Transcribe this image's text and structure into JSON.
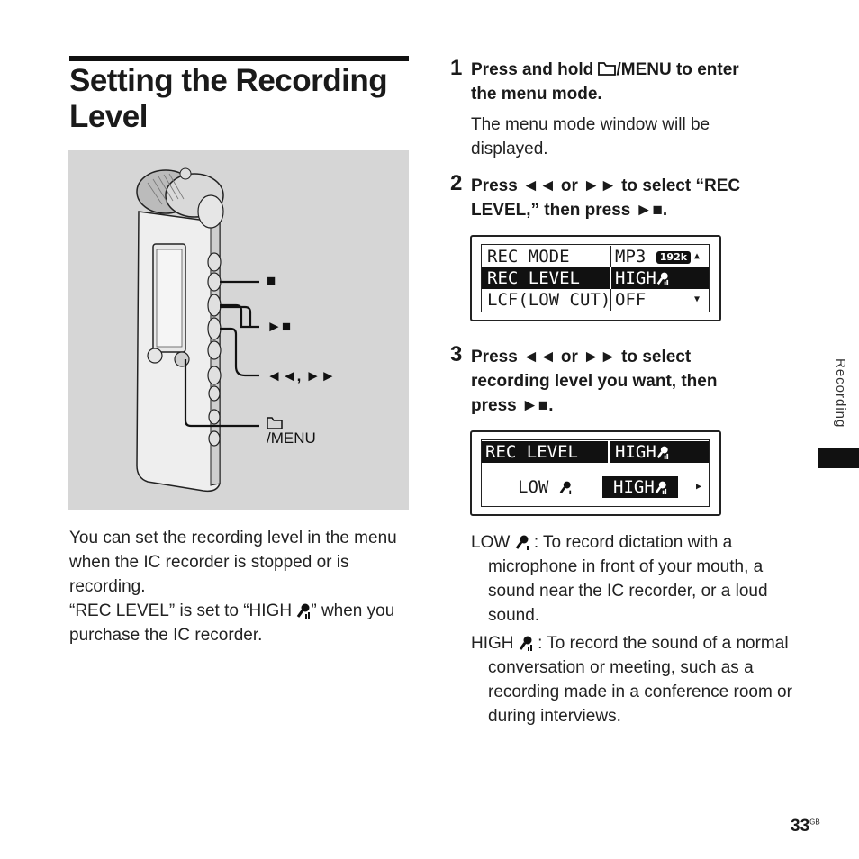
{
  "page": {
    "title": "Setting the Recording Level",
    "title_line1": "Setting the Recording",
    "title_line2": "Level",
    "side_label": "Recording",
    "page_number": "33",
    "page_suffix": "GB"
  },
  "illustration": {
    "labels": {
      "stop": "■",
      "play_stop": "►■",
      "skip": "◄◄, ►►",
      "menu": "/MENU"
    }
  },
  "intro": {
    "p1": "You can set the recording level in the menu when the IC recorder is stopped or is recording.",
    "p2_a": "“REC LEVEL” is set to “HIGH ",
    "p2_b": "” when you purchase the IC recorder."
  },
  "steps": [
    {
      "number": "1",
      "text_a": "Press and hold ",
      "text_b": "/MENU to enter the menu mode.",
      "desc": "The menu mode window will be displayed."
    },
    {
      "number": "2",
      "text": "Press ◄◄ or ►► to select “REC LEVEL,” then press ►■."
    },
    {
      "number": "3",
      "text": "Press ◄◄ or ►► to select recording level you want, then press ►■."
    }
  ],
  "screen1": {
    "rows": [
      {
        "left": "REC MODE",
        "right": "MP3",
        "badge": "192k",
        "selected": false
      },
      {
        "left": "REC LEVEL",
        "right": "HIGH",
        "selected": true
      },
      {
        "left": "LCF(LOW CUT)",
        "right": "OFF",
        "selected": false
      }
    ]
  },
  "screen2": {
    "header_left": "REC LEVEL",
    "header_right": "HIGH",
    "option_low": "LOW",
    "option_high": "HIGH"
  },
  "definitions": [
    {
      "term": "LOW",
      "text": ": To record dictation with a microphone in front of your mouth, a sound near the IC recorder, or a loud sound."
    },
    {
      "term": "HIGH",
      "text": ": To record the sound of a normal conversation or meeting, such as a recording made in a conference room or during interviews."
    }
  ]
}
